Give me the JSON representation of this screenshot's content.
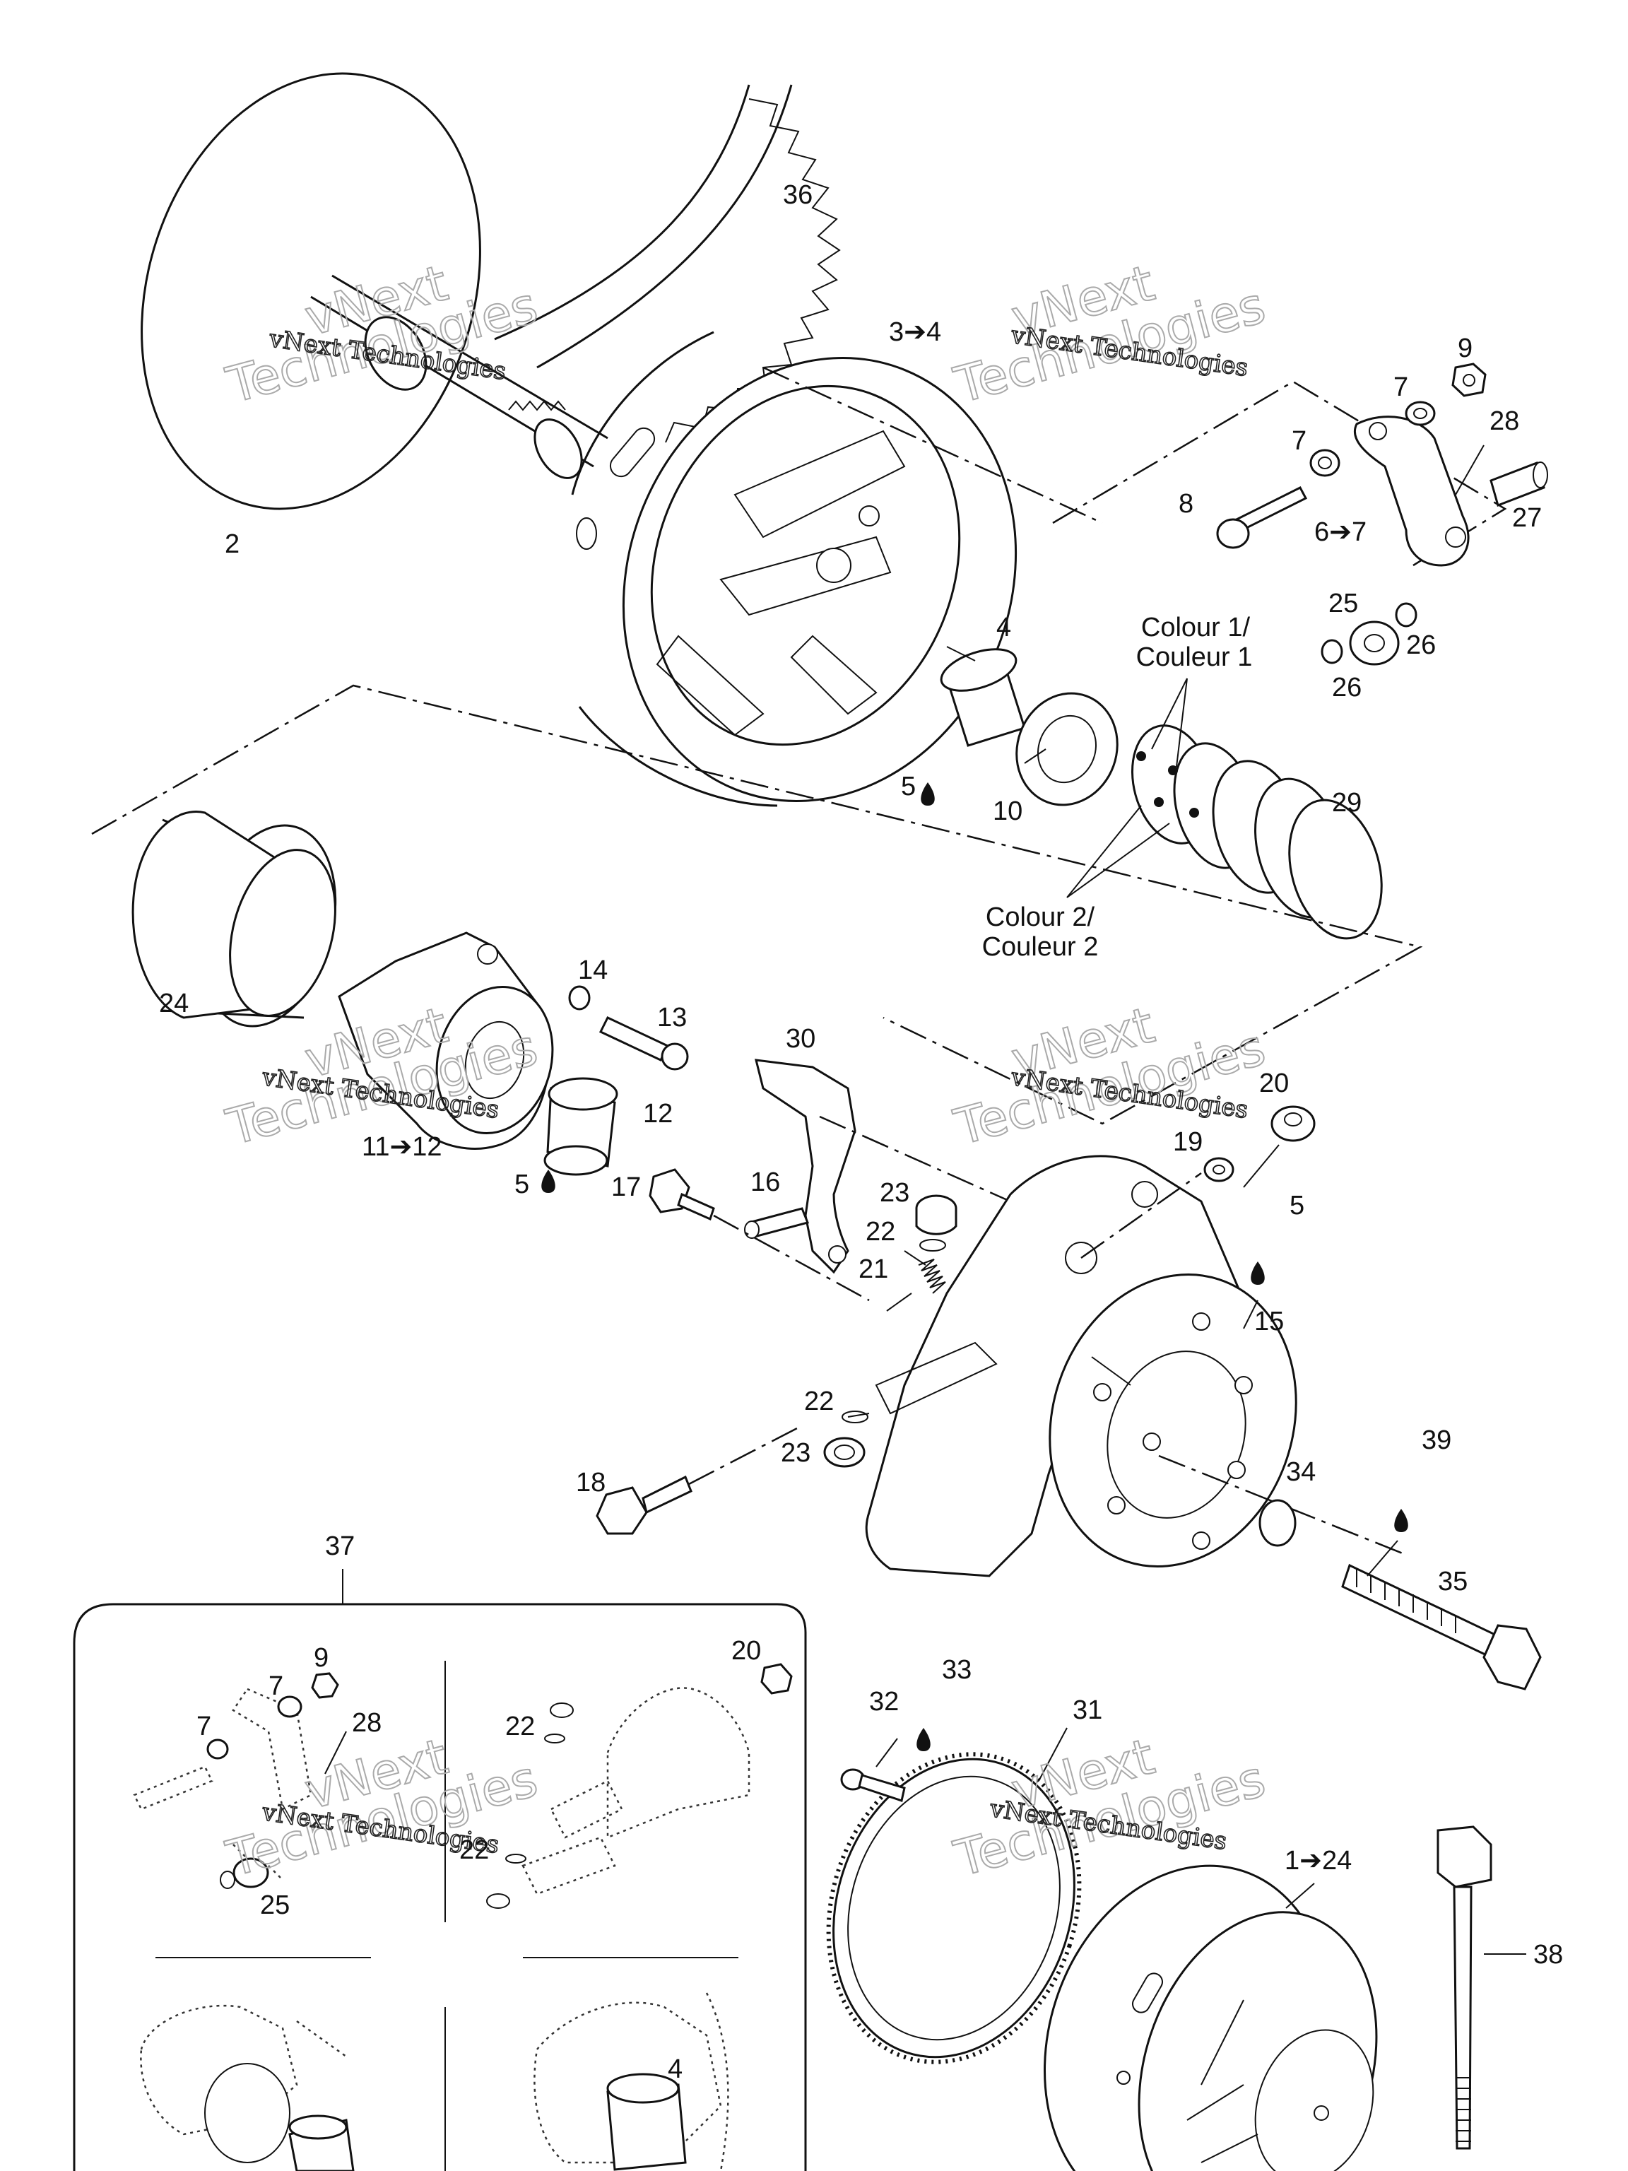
{
  "watermark": {
    "line1": "vNext Technologies",
    "big1": "vNext",
    "big2": "Technologies"
  },
  "callouts": {
    "c2": "2",
    "c36": "36",
    "c3_4": "3➔4",
    "c9_top": "9",
    "c7_top_a": "7",
    "c28_top": "28",
    "c7_top_b": "7",
    "c8": "8",
    "c6_7": "6➔7",
    "c27": "27",
    "c25_top": "25",
    "c26_a": "26",
    "c26_b": "26",
    "c4_top": "4",
    "c5_top": "5",
    "c10": "10",
    "colour1_line1": "Colour 1/",
    "colour1_line2": "Couleur 1",
    "c29": "29",
    "colour2_line1": "Colour 2/",
    "colour2_line2": "Couleur 2",
    "c24": "24",
    "c14": "14",
    "c13": "13",
    "c12": "12",
    "c11_12": "11➔12",
    "c5_mid": "5",
    "c30": "30",
    "c20_top": "20",
    "c19": "19",
    "c17": "17",
    "c16": "16",
    "c23_a": "23",
    "c22_a": "22",
    "c21": "21",
    "c5_right": "5",
    "c15": "15",
    "c22_b": "22",
    "c23_b": "23",
    "c18": "18",
    "c34": "34",
    "c39": "39",
    "c35": "35",
    "c37": "37",
    "inset_c9": "9",
    "inset_c7_a": "7",
    "inset_c28": "28",
    "inset_c7_b": "7",
    "inset_c25": "25",
    "inset_c20": "20",
    "inset_c22_a": "22",
    "inset_c22_b": "22",
    "inset_c4": "4",
    "c32": "32",
    "c33": "33",
    "c31": "31",
    "c1_24": "1➔24",
    "c38": "38"
  }
}
